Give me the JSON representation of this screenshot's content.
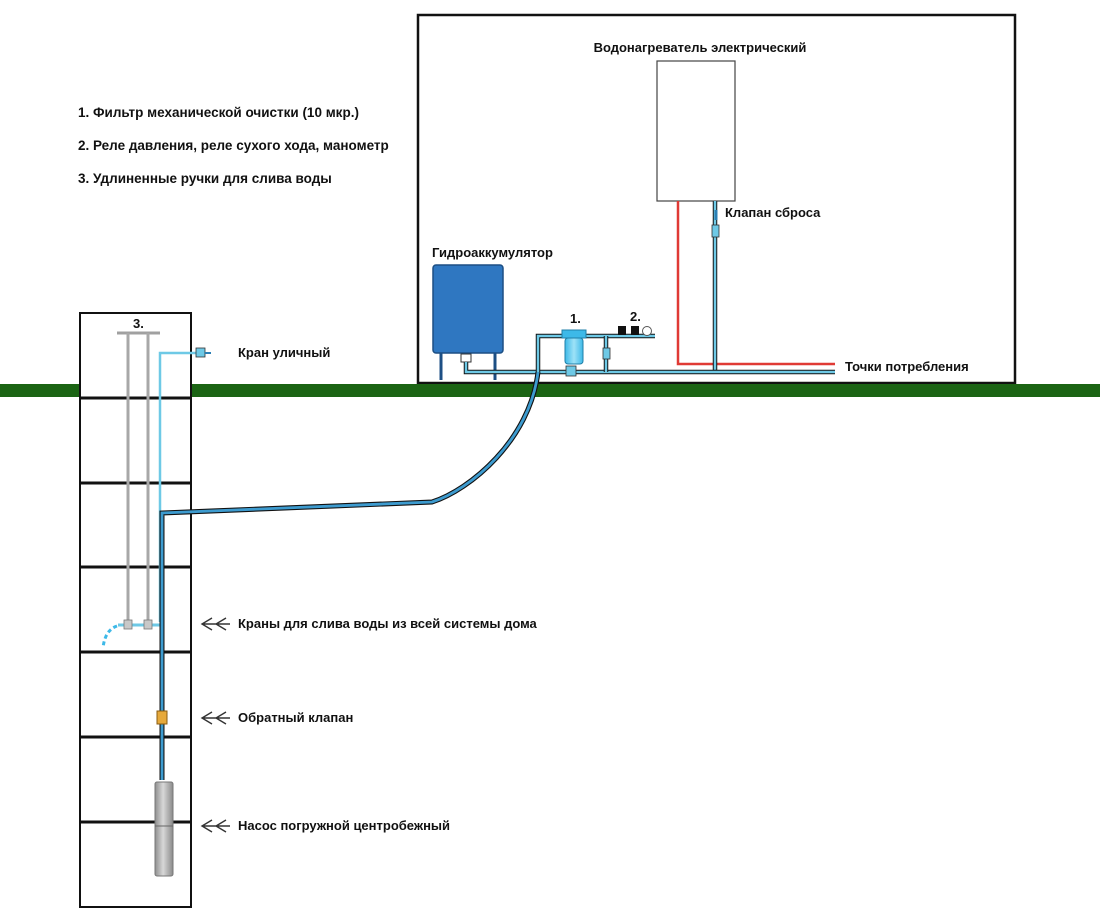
{
  "legend": [
    "1.  Фильтр механической очистки (10 мкр.)",
    "2.  Реле давления, реле сухого хода, манометр",
    "3.  Удлиненные ручки для слива воды"
  ],
  "labels": {
    "heater": "Водонагреватель электрический",
    "relief_valve": "Клапан сброса",
    "accumulator": "Гидроаккумулятор",
    "consumption_points": "Точки потребления",
    "street_tap": "Кран уличный",
    "drain_taps": "Краны для слива воды из всей системы дома",
    "check_valve": "Обратный клапан",
    "pump": "Насос погружной центробежный"
  },
  "markers": {
    "filter": "1.",
    "relay": "2.",
    "handles": "3."
  },
  "colors": {
    "ground": "#1b6414",
    "pipe_cold": "#2a7fb5",
    "pipe_light": "#6ec9e6",
    "pipe_hot": "#e03a35",
    "accumulator": "#2f77c1",
    "check_valve": "#e6a93b",
    "pump": "#b8b8b8",
    "outline": "#111111"
  }
}
